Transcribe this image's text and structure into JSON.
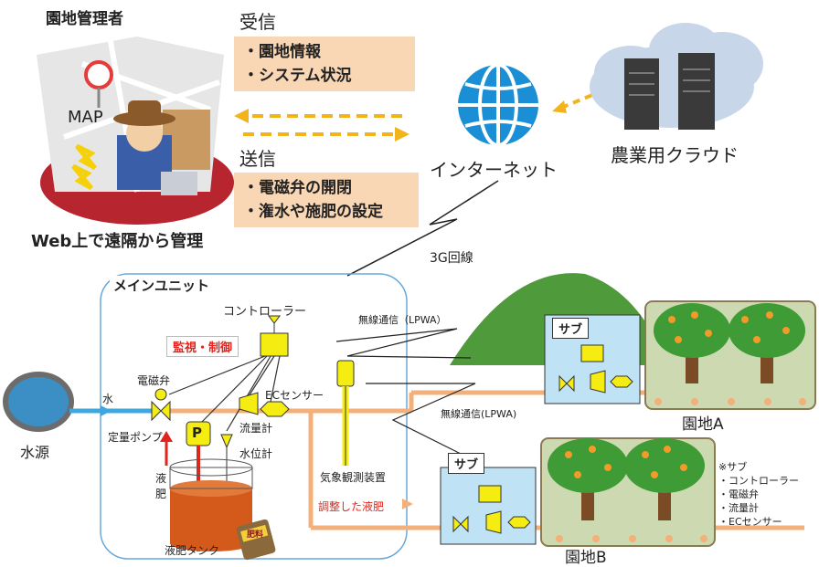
{
  "manager": {
    "title": "園地管理者",
    "map_label": "MAP",
    "caption": "Web上で遠隔から管理"
  },
  "receive": {
    "heading": "受信",
    "items": [
      "・園地情報",
      "・システム状況"
    ]
  },
  "send": {
    "heading": "送信",
    "items": [
      "・電磁弁の開閉",
      "・潅水や施肥の設定"
    ]
  },
  "internet": {
    "label": "インターネット"
  },
  "cloud": {
    "label": "農業用クラウド"
  },
  "line_3g": "3G回線",
  "main_unit": {
    "title": "メインユニット",
    "controller": "コントローラー",
    "monitor": "監視・制御",
    "solenoid": "電磁弁",
    "water": "水",
    "pump": "定量ポンプ",
    "pump_symbol": "P",
    "ec_sensor": "ECセンサー",
    "flowmeter": "流量計",
    "water_level": "水位計",
    "liquid_fertilizer": "液\n肥",
    "tank": "液肥タンク",
    "fertilizer_bag": "肥料",
    "weather": "気象観測装置",
    "adjusted": "調整した液肥"
  },
  "water_source": "水源",
  "wireless_a": "無線通信（LPWA）",
  "wireless_b": "無線通信(LPWA)",
  "sub_label": "サブ",
  "orchard_a": "園地A",
  "orchard_b": "園地B",
  "note": {
    "title": "※サブ",
    "items": [
      "・コントローラー",
      "・電磁弁",
      "・流量計",
      "・ECセンサー"
    ]
  },
  "colors": {
    "accent_orange": "#f3b07a",
    "arrow_yellow": "#f2b41c",
    "sub_box": "#bfe3f4",
    "orchard_bg": "#cdd9b0",
    "device_yellow": "#f5ec12",
    "red": "#e0261c",
    "globe": "#1a8fd6",
    "hill": "#4f9a3a"
  }
}
